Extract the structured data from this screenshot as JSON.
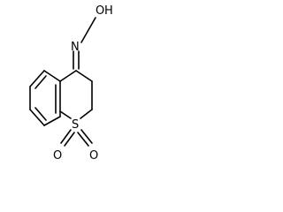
{
  "molecule": {
    "atoms": {
      "o_hydroxyl": "O",
      "h_hydroxyl": "H",
      "n_oxime": "N",
      "s_sulfone": "S",
      "o_sulfone_left": "O",
      "o_sulfone_right": "O"
    },
    "colors": {
      "ink": "#000000",
      "background": "#ffffff"
    }
  }
}
